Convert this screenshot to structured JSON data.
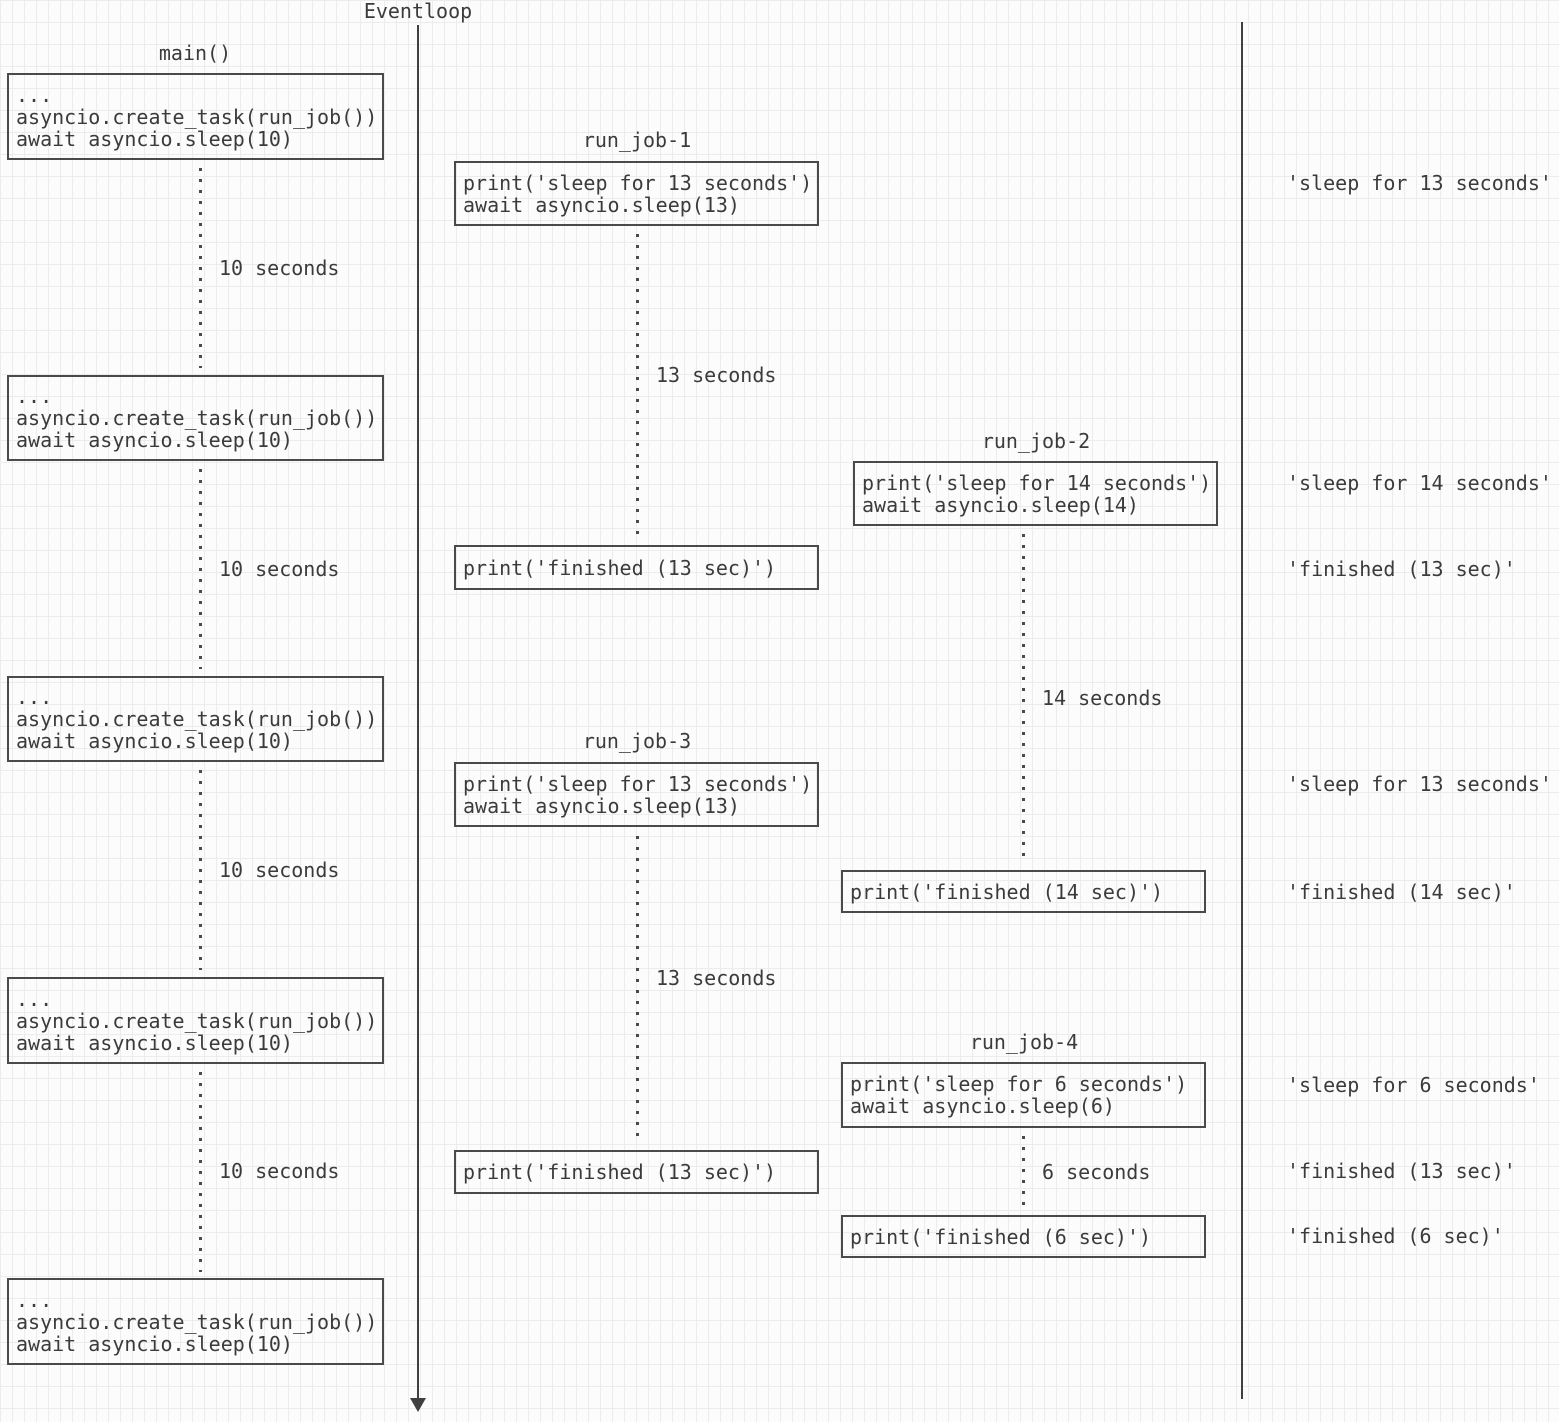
{
  "diagram_title": "Eventloop",
  "colors": {
    "background": "#fcfcfc",
    "grid_line": "#ececec",
    "line": "#3f3f3f",
    "box_border": "#4a4a4a",
    "text": "#3b3b3b"
  },
  "main_column": {
    "label": "main()",
    "code_lines": [
      "...",
      "asyncio.create_task(run_job())",
      "await asyncio.sleep(10)"
    ],
    "wait_label": "10 seconds"
  },
  "jobs": [
    {
      "label": "run_job-1",
      "sleep_code": [
        "print('sleep for 13 seconds')",
        "await asyncio.sleep(13)"
      ],
      "wait_label": "13 seconds",
      "finished_code": "print('finished (13 sec)')"
    },
    {
      "label": "run_job-2",
      "sleep_code": [
        "print('sleep for 14 seconds')",
        "await asyncio.sleep(14)"
      ],
      "wait_label": "14 seconds",
      "finished_code": "print('finished (14 sec)')"
    },
    {
      "label": "run_job-3",
      "sleep_code": [
        "print('sleep for 13 seconds')",
        "await asyncio.sleep(13)"
      ],
      "wait_label": "13 seconds",
      "finished_code": "print('finished (13 sec)')"
    },
    {
      "label": "run_job-4",
      "sleep_code": [
        "print('sleep for 6 seconds')",
        "await asyncio.sleep(6)"
      ],
      "wait_label": "6 seconds",
      "finished_code": "print('finished (6 sec)')"
    }
  ],
  "eventloop_outputs": [
    "'sleep for 13 seconds'",
    "'sleep for 14 seconds'",
    "'finished (13 sec)'",
    "'sleep for 13 seconds'",
    "'finished (14 sec)'",
    "'sleep for 6 seconds'",
    "'finished (13 sec)'",
    "'finished (6 sec)'"
  ]
}
